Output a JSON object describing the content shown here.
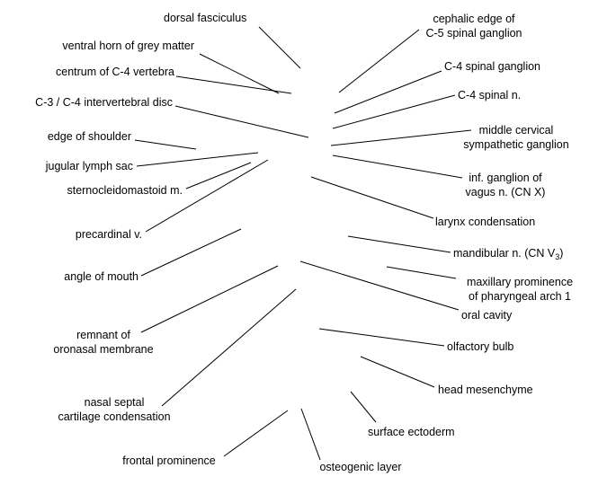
{
  "labels": {
    "dorsal_fasciculus": "dorsal fasciculus",
    "ventral_horn": "ventral horn of grey matter",
    "centrum_c4": "centrum of C-4 vertebra",
    "disc_c3_c4": "C-3 / C-4 intervertebral disc",
    "edge_of_shoulder": "edge of shoulder",
    "jugular_lymph_sac": "jugular lymph sac",
    "sternocleidomastoid": "sternocleidomastoid m.",
    "precardinal_v": "precardinal v.",
    "angle_of_mouth": "angle of mouth",
    "remnant_oronasal": [
      "remnant of",
      "oronasal membrane"
    ],
    "nasal_septal": [
      "nasal septal",
      "cartilage condensation"
    ],
    "frontal_prominence": "frontal prominence",
    "osteogenic_layer": "osteogenic layer",
    "cephalic_edge_c5": [
      "cephalic edge of",
      "C-5 spinal ganglion"
    ],
    "c4_spinal_ganglion": "C-4 spinal ganglion",
    "c4_spinal_n": "C-4 spinal n.",
    "middle_cervical": [
      "middle cervical",
      "sympathetic ganglion"
    ],
    "inf_ganglion_vagus": [
      "inf. ganglion of",
      "vagus n. (CN X)"
    ],
    "larynx_condensation": "larynx condensation",
    "mandibular_n": {
      "text": "mandibular n. (CN V",
      "sub": "3",
      "suffix": ")"
    },
    "maxillary_prominence": [
      "maxillary prominence",
      "of pharyngeal arch 1"
    ],
    "oral_cavity": "oral cavity",
    "olfactory_bulb": "olfactory bulb",
    "head_mesenchyme": "head mesenchyme",
    "surface_ectoderm": "surface ectoderm"
  },
  "colors": {
    "line": "#000000",
    "text": "#000000",
    "background": "#ffffff"
  }
}
